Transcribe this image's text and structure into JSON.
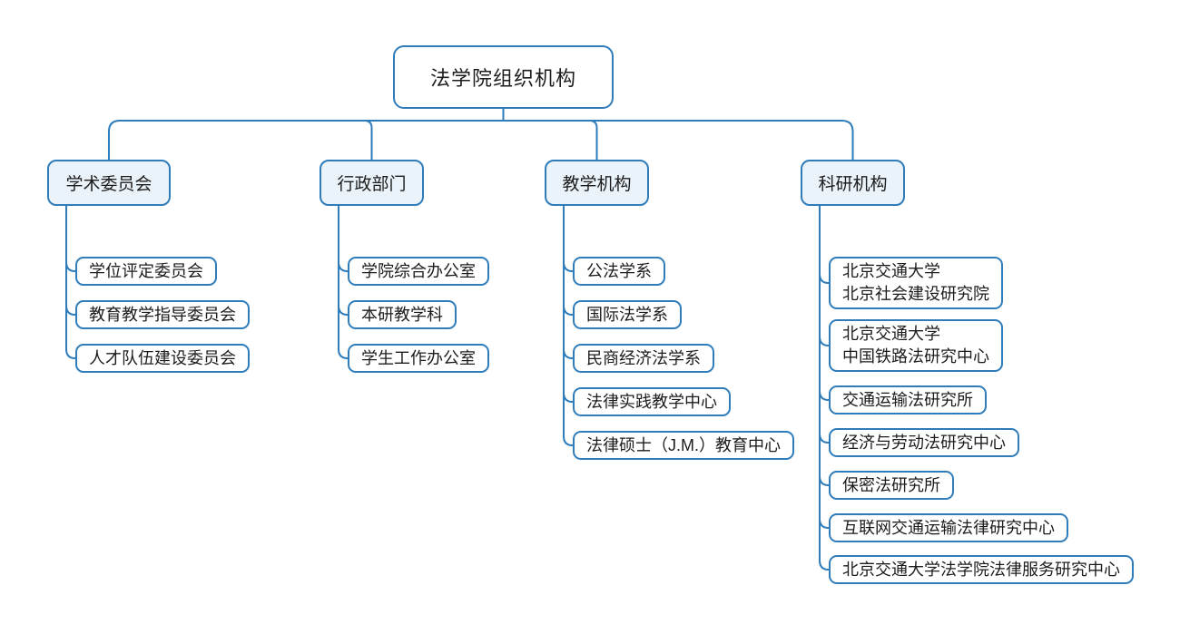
{
  "diagram": {
    "root": {
      "label": "法学院组织机构"
    },
    "branches": [
      {
        "label": "学术委员会",
        "children": [
          {
            "lines": [
              "学位评定委员会"
            ]
          },
          {
            "lines": [
              "教育教学指导委员会"
            ]
          },
          {
            "lines": [
              "人才队伍建设委员会"
            ]
          }
        ]
      },
      {
        "label": "行政部门",
        "children": [
          {
            "lines": [
              "学院综合办公室"
            ]
          },
          {
            "lines": [
              "本研教学科"
            ]
          },
          {
            "lines": [
              "学生工作办公室"
            ]
          }
        ]
      },
      {
        "label": "教学机构",
        "children": [
          {
            "lines": [
              "公法学系"
            ]
          },
          {
            "lines": [
              "国际法学系"
            ]
          },
          {
            "lines": [
              "民商经济法学系"
            ]
          },
          {
            "lines": [
              "法律实践教学中心"
            ]
          },
          {
            "lines": [
              "法律硕士（J.M.）教育中心"
            ]
          }
        ]
      },
      {
        "label": "科研机构",
        "children": [
          {
            "lines": [
              "北京交通大学",
              "北京社会建设研究院"
            ]
          },
          {
            "lines": [
              "北京交通大学",
              "中国铁路法研究中心"
            ]
          },
          {
            "lines": [
              "交通运输法研究所"
            ]
          },
          {
            "lines": [
              "经济与劳动法研究中心"
            ]
          },
          {
            "lines": [
              "保密法研究所"
            ]
          },
          {
            "lines": [
              "互联网交通运输法律研究中心"
            ]
          },
          {
            "lines": [
              "北京交通大学法学院法律服务研究中心"
            ]
          }
        ]
      }
    ]
  },
  "colors": {
    "line": "#2f7cba",
    "border": "#2f7cba",
    "branch_fill": "#eaf2fa",
    "node_fill": "#ffffff",
    "text": "#1c1c1c",
    "background": "#ffffff"
  }
}
